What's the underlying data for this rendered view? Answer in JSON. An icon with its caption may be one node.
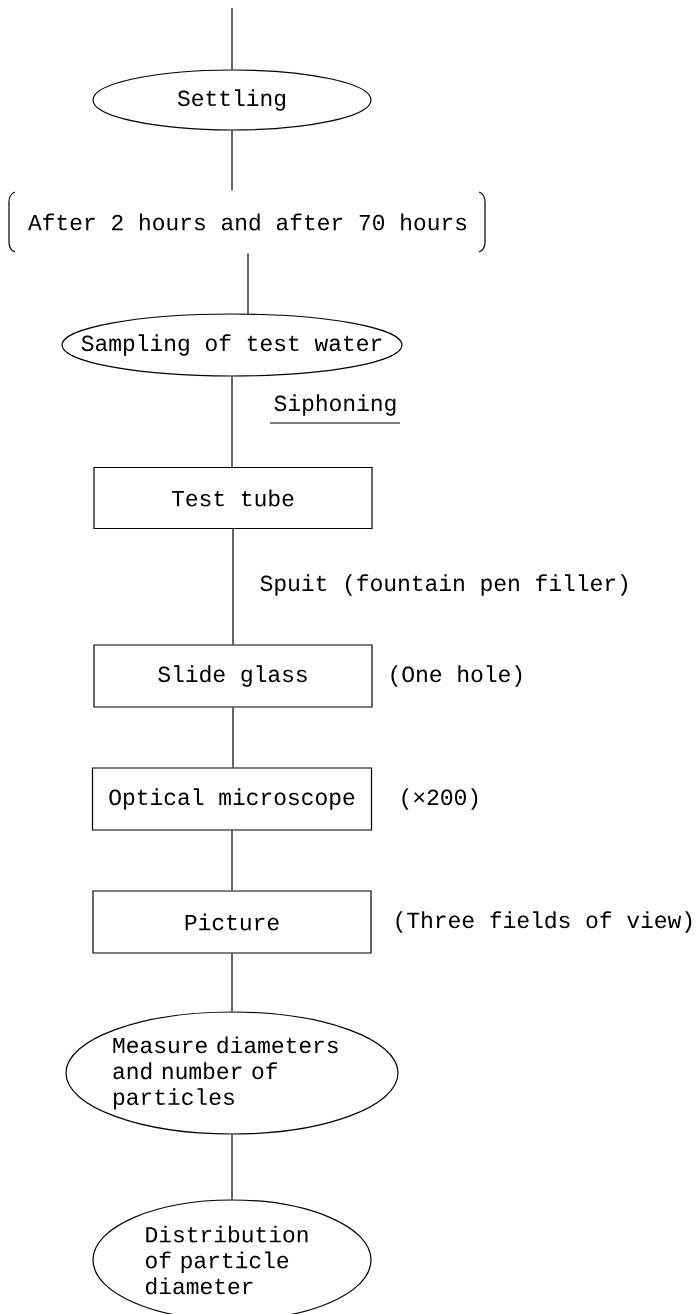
{
  "diagram": {
    "nodes": [
      {
        "text": [
          "Settling"
        ]
      },
      {
        "text": [
          "After 2 hours and after 70 hours"
        ]
      },
      {
        "text": [
          "Sampling of test water"
        ]
      },
      {
        "text": [
          "Test tube"
        ]
      },
      {
        "text": [
          "Slide glass"
        ],
        "beside": [
          "(One hole)"
        ]
      },
      {
        "text": [
          "Optical microscope"
        ],
        "beside": [
          "(×200)"
        ]
      },
      {
        "text": [
          "Picture"
        ],
        "beside": [
          "(Three fields of view)"
        ]
      },
      {
        "text": [
          "Measure diameters and number of particles"
        ]
      },
      {
        "text": [
          "Distribution of particle diameter"
        ]
      }
    ],
    "edges": [
      {
        "from": null,
        "to": 0,
        "arrow": "none"
      },
      {
        "from": 0,
        "to": 1,
        "arrow": "none"
      },
      {
        "from": 1,
        "to": 2,
        "arrow": "none"
      },
      {
        "from": 2,
        "to": 3,
        "arrow": "none",
        "label": "Siphoning"
      },
      {
        "from": 3,
        "to": 4,
        "arrow": "none",
        "label": "Spuit (fountain pen filler)"
      },
      {
        "from": 4,
        "to": 5,
        "arrow": "none"
      },
      {
        "from": 5,
        "to": 6,
        "arrow": "none"
      },
      {
        "from": 6,
        "to": 7,
        "arrow": "none"
      },
      {
        "from": 7,
        "to": 8,
        "arrow": "none"
      }
    ]
  }
}
